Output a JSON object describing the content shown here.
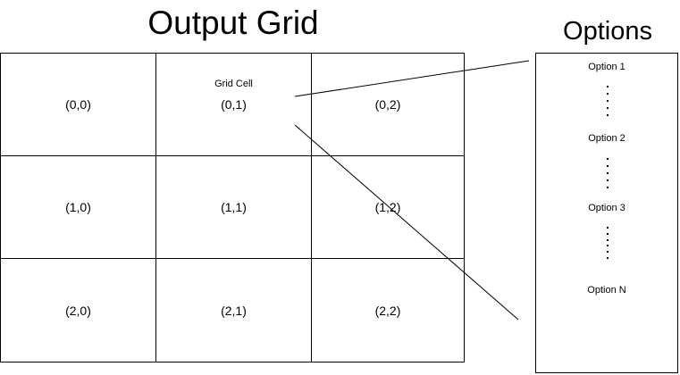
{
  "title": "Output Grid",
  "options_title": "Options",
  "grid": {
    "cells": [
      [
        "(0,0)",
        "(0,1)",
        "(0,2)"
      ],
      [
        "(1,0)",
        "(1,1)",
        "(1,2)"
      ],
      [
        "(2,0)",
        "(2,1)",
        "(2,2)"
      ]
    ],
    "annotation": "Grid Cell"
  },
  "options": [
    "Option 1",
    "Option 2",
    "Option 3",
    "Option N"
  ],
  "colors": {
    "line": "#000000",
    "background": "#ffffff"
  }
}
